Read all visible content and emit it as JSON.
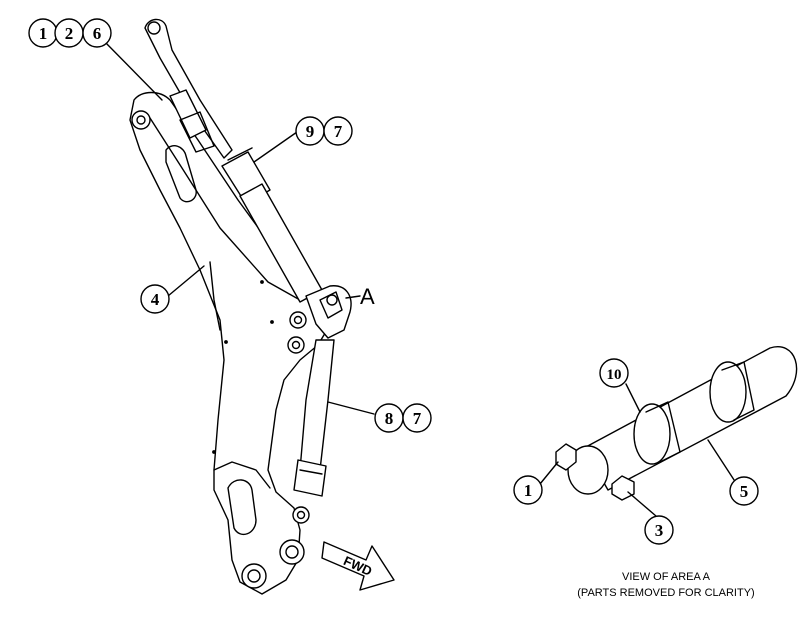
{
  "callouts": {
    "c1": "1",
    "c2": "2",
    "c6": "6",
    "c9": "9",
    "c7a": "7",
    "c4": "4",
    "c8": "8",
    "c7b": "7",
    "c10": "10",
    "c1b": "1",
    "c3": "3",
    "c5": "5"
  },
  "area_label": "A",
  "fwd_label": "FWD",
  "caption": {
    "line1": "VIEW OF AREA A",
    "line2": "(PARTS REMOVED FOR CLARITY)"
  },
  "colors": {
    "line": "#000000",
    "fill": "#ffffff"
  }
}
